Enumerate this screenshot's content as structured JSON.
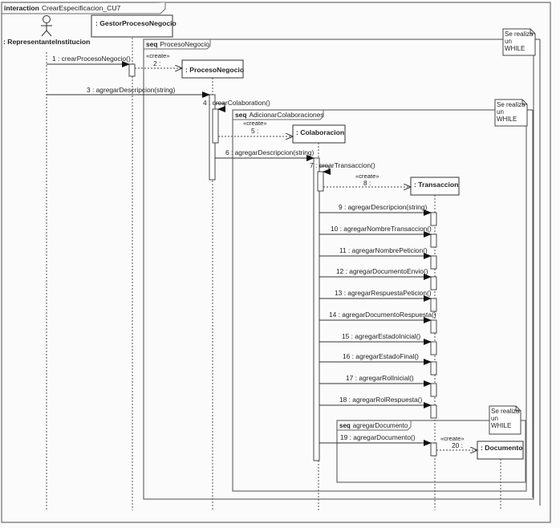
{
  "interaction": {
    "keyword": "interaction",
    "name": "CrearEspecificacion_CU7"
  },
  "lifelines": [
    {
      "id": "actor",
      "label": ": RepresentanteInstitucion",
      "type": "actor"
    },
    {
      "id": "gestor",
      "label": ": GestorProcesoNegocio",
      "type": "object"
    },
    {
      "id": "proceso",
      "label": ": ProcesoNegocio",
      "type": "object"
    },
    {
      "id": "colaboracion",
      "label": ": Colaboracion",
      "type": "object"
    },
    {
      "id": "transaccion",
      "label": ": Transaccion",
      "type": "object"
    },
    {
      "id": "documento",
      "label": ": Documento",
      "type": "object"
    }
  ],
  "fragments": [
    {
      "id": "seq1",
      "keyword": "seq",
      "name": "ProcesoNegocio"
    },
    {
      "id": "seq2",
      "keyword": "seq",
      "name": "AdicionarColaboraciones"
    },
    {
      "id": "seq3",
      "keyword": "seq",
      "name": "agregarDocumento"
    }
  ],
  "notes": [
    {
      "id": "note1",
      "lines": [
        "Se realiza",
        "un",
        "WHILE"
      ]
    },
    {
      "id": "note2",
      "lines": [
        "Se realiza",
        "un",
        "WHILE"
      ]
    },
    {
      "id": "note3",
      "lines": [
        "Se realiza",
        "un",
        "WHILE"
      ]
    }
  ],
  "stereotype_create": "«create»",
  "messages": [
    {
      "n": "1",
      "label": "1 : crearProcesoNegocio()",
      "from": "actor",
      "to": "gestor"
    },
    {
      "n": "2",
      "label": "2 :",
      "from": "gestor",
      "to": "proceso",
      "kind": "create"
    },
    {
      "n": "3",
      "label": "3 : agregarDescripcion(string)",
      "from": "actor",
      "to": "proceso"
    },
    {
      "n": "4",
      "label": "4 : crearColaboration()",
      "from": "proceso",
      "to": "proceso",
      "kind": "self"
    },
    {
      "n": "5",
      "label": "5 :",
      "from": "proceso",
      "to": "colaboracion",
      "kind": "create"
    },
    {
      "n": "6",
      "label": "6 : agregarDescripcion(string)",
      "from": "proceso",
      "to": "colaboracion"
    },
    {
      "n": "7",
      "label": "7 : crearTransaccion()",
      "from": "colaboracion",
      "to": "colaboracion",
      "kind": "self"
    },
    {
      "n": "8",
      "label": "8 :",
      "from": "colaboracion",
      "to": "transaccion",
      "kind": "create"
    },
    {
      "n": "9",
      "label": "9 : agregarDescripcion(string)",
      "from": "colaboracion",
      "to": "transaccion"
    },
    {
      "n": "10",
      "label": "10 : agregarNombreTransaccion()",
      "from": "colaboracion",
      "to": "transaccion"
    },
    {
      "n": "11",
      "label": "11 : agregarNombrePeticion()",
      "from": "colaboracion",
      "to": "transaccion"
    },
    {
      "n": "12",
      "label": "12 : agregarDocumentoEnvio()",
      "from": "colaboracion",
      "to": "transaccion"
    },
    {
      "n": "13",
      "label": "13 : agregarRespuestaPeticion()",
      "from": "colaboracion",
      "to": "transaccion"
    },
    {
      "n": "14",
      "label": "14 : agregarDocumentoRespuesta()",
      "from": "colaboracion",
      "to": "transaccion"
    },
    {
      "n": "15",
      "label": "15 : agregarEstadoInicial()",
      "from": "colaboracion",
      "to": "transaccion"
    },
    {
      "n": "16",
      "label": "16 : agregarEstadoFinal()",
      "from": "colaboracion",
      "to": "transaccion"
    },
    {
      "n": "17",
      "label": "17 : agregarRolInicial()",
      "from": "colaboracion",
      "to": "transaccion"
    },
    {
      "n": "18",
      "label": "18 : agregarRolRespuesta()",
      "from": "colaboracion",
      "to": "transaccion"
    },
    {
      "n": "19",
      "label": "19 : agregarDocumento()",
      "from": "colaboracion",
      "to": "transaccion"
    },
    {
      "n": "20",
      "label": "20 :",
      "from": "transaccion",
      "to": "documento",
      "kind": "create"
    }
  ]
}
